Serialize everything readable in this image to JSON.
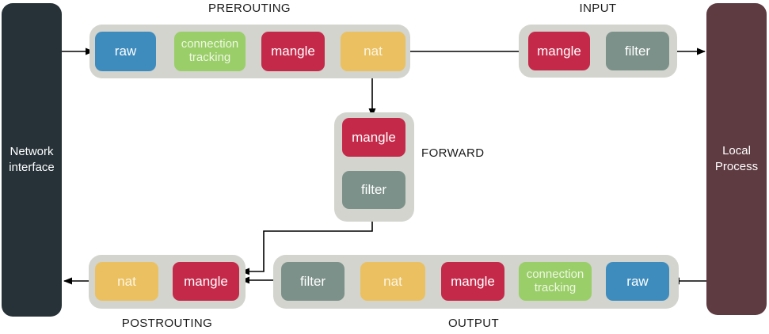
{
  "title": "iptables packet flow diagram",
  "palette": {
    "canvas_bg": "#ffffff",
    "container_bg": "#d2d4cd",
    "network_interface_bg": "#263238",
    "local_process_bg": "#5e3a41",
    "line_color": "#000000",
    "label_text": "#1b1b1b",
    "box_text": "#ffffff",
    "tables": {
      "raw": "#3e8cbe",
      "conntrack": "#99ce68",
      "mangle": "#c5294a",
      "nat": "#ebc061",
      "filter": "#7c918a"
    }
  },
  "endpoints": {
    "network_interface": {
      "label": "Network interface"
    },
    "local_process": {
      "label": "Local Process"
    }
  },
  "chains": {
    "prerouting": {
      "label": "PREROUTING",
      "boxes": [
        {
          "label": "raw",
          "color_key": "raw"
        },
        {
          "label": "connection tracking",
          "color_key": "conntrack"
        },
        {
          "label": "mangle",
          "color_key": "mangle"
        },
        {
          "label": "nat",
          "color_key": "nat"
        }
      ]
    },
    "input": {
      "label": "INPUT",
      "boxes": [
        {
          "label": "mangle",
          "color_key": "mangle"
        },
        {
          "label": "filter",
          "color_key": "filter"
        }
      ]
    },
    "forward": {
      "label": "FORWARD",
      "boxes": [
        {
          "label": "mangle",
          "color_key": "mangle"
        },
        {
          "label": "filter",
          "color_key": "filter"
        }
      ]
    },
    "output": {
      "label": "OUTPUT",
      "boxes": [
        {
          "label": "filter",
          "color_key": "filter"
        },
        {
          "label": "nat",
          "color_key": "nat"
        },
        {
          "label": "mangle",
          "color_key": "mangle"
        },
        {
          "label": "connection tracking",
          "color_key": "conntrack"
        },
        {
          "label": "raw",
          "color_key": "raw"
        }
      ]
    },
    "postrouting": {
      "label": "POSTROUTING",
      "boxes": [
        {
          "label": "nat",
          "color_key": "nat"
        },
        {
          "label": "mangle",
          "color_key": "mangle"
        }
      ]
    }
  },
  "edges": [
    {
      "from": "network-interface",
      "to": "prerouting.raw"
    },
    {
      "from": "prerouting.raw",
      "to": "prerouting.connection-tracking"
    },
    {
      "from": "prerouting.connection-tracking",
      "to": "prerouting.mangle"
    },
    {
      "from": "prerouting.mangle",
      "to": "prerouting.nat"
    },
    {
      "from": "prerouting.nat",
      "to": "input.mangle"
    },
    {
      "from": "input.mangle",
      "to": "input.filter"
    },
    {
      "from": "input.filter",
      "to": "local-process"
    },
    {
      "from": "prerouting.nat",
      "to": "forward.mangle"
    },
    {
      "from": "forward.mangle",
      "to": "forward.filter"
    },
    {
      "from": "forward.filter",
      "to": "postrouting.mangle"
    },
    {
      "from": "local-process",
      "to": "output.raw"
    },
    {
      "from": "output.raw",
      "to": "output.connection-tracking"
    },
    {
      "from": "output.connection-tracking",
      "to": "output.mangle"
    },
    {
      "from": "output.mangle",
      "to": "output.nat"
    },
    {
      "from": "output.nat",
      "to": "output.filter"
    },
    {
      "from": "output.filter",
      "to": "postrouting.mangle"
    },
    {
      "from": "postrouting.mangle",
      "to": "postrouting.nat"
    },
    {
      "from": "postrouting.nat",
      "to": "network-interface"
    }
  ]
}
